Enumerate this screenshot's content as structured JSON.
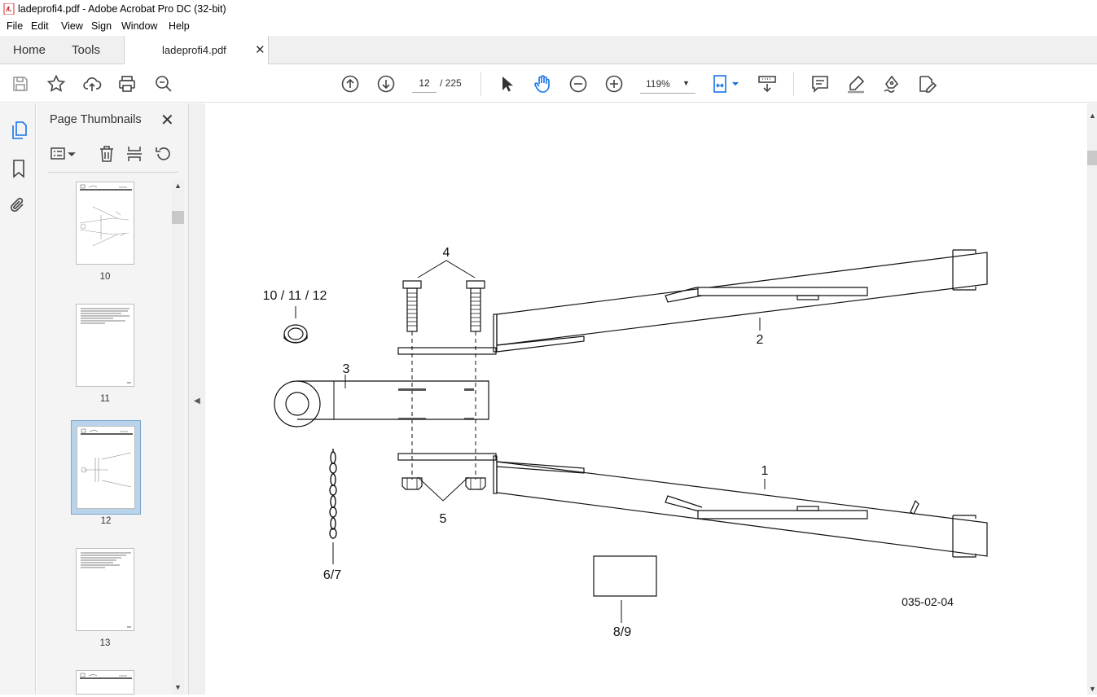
{
  "window": {
    "title": "ladeprofi4.pdf - Adobe Acrobat Pro DC (32-bit)"
  },
  "menu": [
    "File",
    "Edit",
    "View",
    "Sign",
    "Window",
    "Help"
  ],
  "tabs": {
    "home": "Home",
    "tools": "Tools",
    "document": "ladeprofi4.pdf"
  },
  "toolbar": {
    "icons": [
      "save-icon",
      "bookmark-star-icon",
      "upload-cloud-icon",
      "print-icon",
      "zoom-search-icon",
      "previous-page-icon",
      "next-page-icon",
      "select-cursor-icon",
      "hand-tool-icon",
      "zoom-out-icon",
      "zoom-in-icon",
      "page-fit-icon",
      "scroll-mode-icon",
      "comment-icon",
      "highlight-pen-icon",
      "draw-pen-icon",
      "fill-sign-icon"
    ],
    "current_page": "12",
    "total_pages": "/ 225",
    "zoom": "119%"
  },
  "sidebar": {
    "panel_title": "Page Thumbnails",
    "thumbnails": [
      {
        "number": "10",
        "selected": false
      },
      {
        "number": "11",
        "selected": false
      },
      {
        "number": "12",
        "selected": true
      },
      {
        "number": "13",
        "selected": false
      }
    ]
  },
  "drawing": {
    "callouts": {
      "c1": "1",
      "c2": "2",
      "c3": "3",
      "c4": "4",
      "c5": "5",
      "c67": "6/7",
      "c89": "8/9",
      "c101112": "10 / 11 / 12"
    },
    "figure_code": "035-02-04"
  },
  "colors": {
    "accent": "#1473e6",
    "selection": "#b9d3ea"
  }
}
